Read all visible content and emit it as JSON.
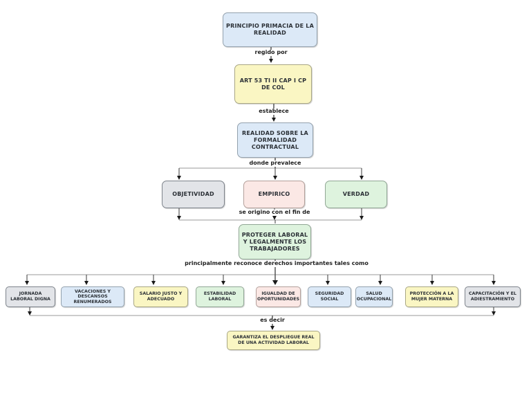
{
  "diagram": {
    "nodes": {
      "root": {
        "label": "PRINCIPIO PRIMACIA DE LA REALIDAD"
      },
      "art53": {
        "label": "ART 53  TI II CAP I  CP DE COL"
      },
      "realidad": {
        "label": "REALIDAD SOBRE LA FORMALIDAD CONTRACTUAL"
      },
      "objetividad": {
        "label": "OBJETIVIDAD"
      },
      "empirico": {
        "label": "EMPIRICO"
      },
      "verdad": {
        "label": "VERDAD"
      },
      "proteger": {
        "label": "PROTEGER LABORAL Y LEGALMENTE LOS TRABAJADORES"
      },
      "jornada": {
        "label": "JORNADA LABORAL DIGNA"
      },
      "vacaciones": {
        "label": "VACACIONES Y DESCANSOS RENUMERADOS"
      },
      "salario": {
        "label": "SALARIO JUSTO Y ADECUADO"
      },
      "estabilidad": {
        "label": "ESTABILIDAD LABORAL"
      },
      "igualdad": {
        "label": "IGUALDAD DE OPORTUNIDADES"
      },
      "seguridad": {
        "label": "SEGURIDAD SOCIAL"
      },
      "salud": {
        "label": "SALUD OCUPACIONAL"
      },
      "proteccion": {
        "label": "PROTECCIÓN A LA MUJER MATERNA"
      },
      "capacitacion": {
        "label": "CAPACITACIÓN Y EL ADIESTRAMIENTO"
      },
      "garantiza": {
        "label": "GARANTIZA EL DESPLIEGUE REAL DE UNA ACTIVIDAD LABORAL"
      }
    },
    "edge_labels": {
      "regido_por": "regido por",
      "establece": "establece",
      "donde_prevalece": "donde prevalece",
      "se_origino": "se origino con el fin de",
      "principalmente": "principalmente reconoce derechos importantes tales como",
      "es_decir": "es decir"
    },
    "colors": {
      "blue": {
        "fill": "#dce9f7",
        "border": "#93a1ad"
      },
      "yellow": {
        "fill": "#faf6c3",
        "border": "#a8a684"
      },
      "gray": {
        "fill": "#e2e4e8",
        "border": "#7d838b"
      },
      "green": {
        "fill": "#def3de",
        "border": "#91a795"
      },
      "pink": {
        "fill": "#fbe8e5",
        "border": "#b3a09b"
      },
      "line_rail": "#9a9a9a",
      "line_trunk": "#4a4a4a",
      "arrow": "#1a1a1a",
      "text": "#2b3036",
      "canvas_bg": "#ffffff"
    }
  }
}
